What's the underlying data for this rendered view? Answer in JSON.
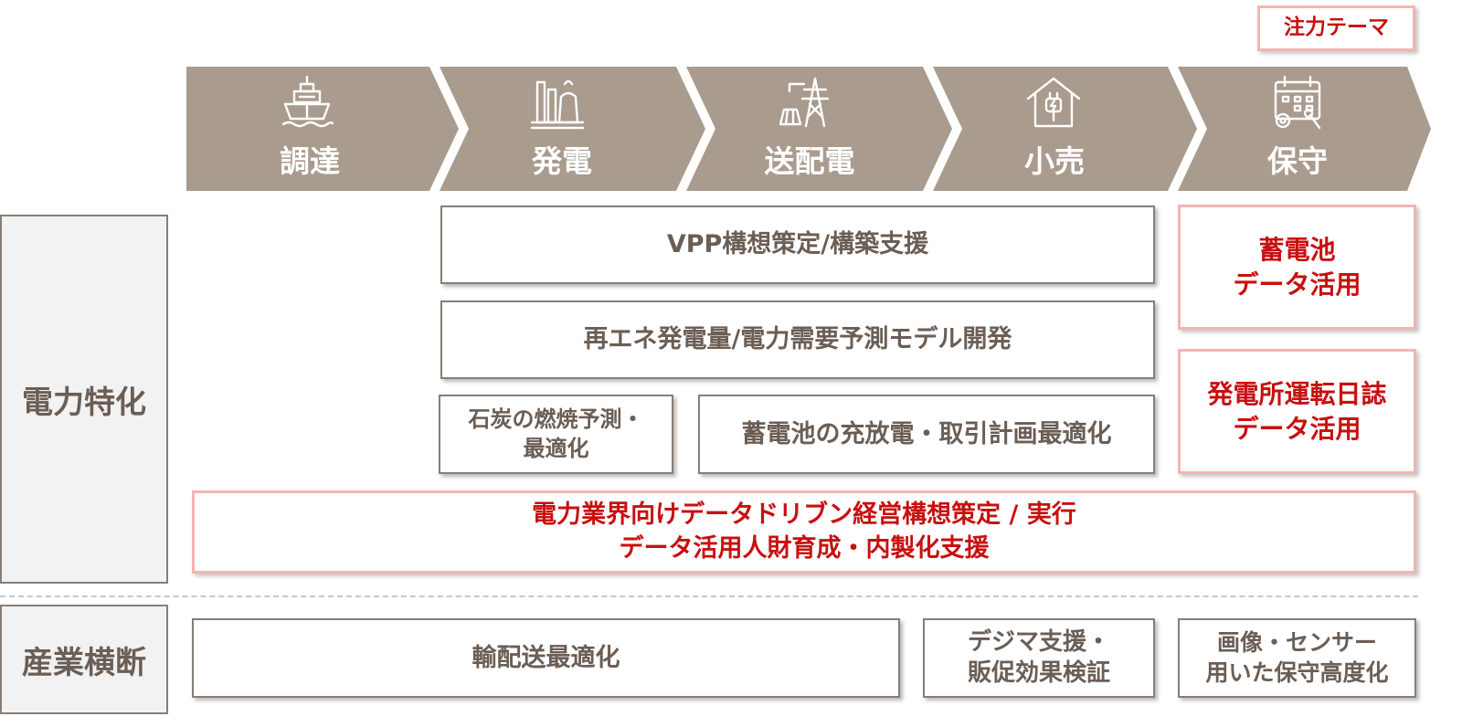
{
  "legend": {
    "label": "注力テーマ"
  },
  "stages": [
    {
      "label": "調達",
      "icon": "ship-icon"
    },
    {
      "label": "発電",
      "icon": "power-plant-icon"
    },
    {
      "label": "送配電",
      "icon": "transmission-tower-icon"
    },
    {
      "label": "小売",
      "icon": "house-plug-icon"
    },
    {
      "label": "保守",
      "icon": "calendar-gear-icon"
    }
  ],
  "rows": {
    "power": {
      "label": "電力特化"
    },
    "cross": {
      "label": "産業横断"
    }
  },
  "power_boxes": {
    "vpp": "VPP構想策定/構築支援",
    "forecast": "再エネ発電量/電力需要予測モデル開発",
    "coal": "石炭の燃焼予測・\n最適化",
    "battery_plan": "蓄電池の充放電・取引計画最適化",
    "battery_data": "蓄電池\nデータ活用",
    "plant_log": "発電所運転日誌\nデータ活用",
    "strategy": "電力業界向けデータドリブン経営構想策定 / 実行\nデータ活用人財育成・内製化支援"
  },
  "cross_boxes": {
    "logistics": "輸配送最適化",
    "digima": "デジマ支援・\n販促効果検証",
    "image_sensor": "画像・センサー\n用いた保守高度化"
  },
  "colors": {
    "chevron": "#a99b8d",
    "focus_border": "#f4b4b1",
    "focus_text": "#c81010",
    "text": "#6b5e55"
  }
}
